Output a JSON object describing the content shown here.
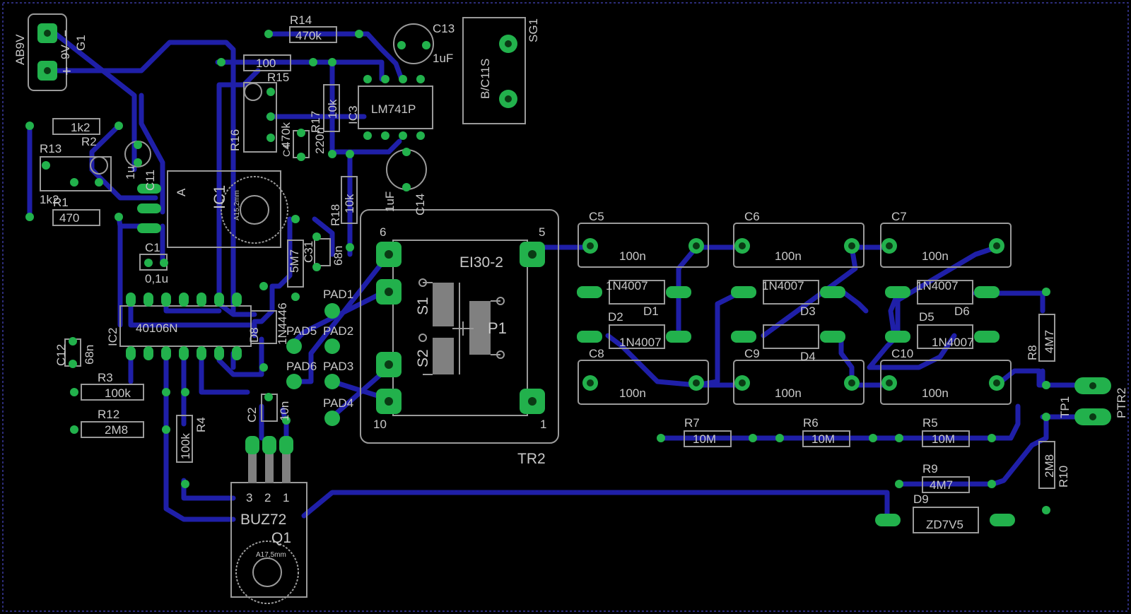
{
  "board": {
    "colors": {
      "background": "#000000",
      "trace": "#1f1fa8",
      "pad": "#22b14c",
      "silk": "#c8c8c8",
      "frame": "#3a3aa0",
      "outline": "#9a9a9a",
      "padhole": "#0a3a14"
    }
  },
  "labels": {
    "ab9v": "AB9V",
    "g1_9v": "9V",
    "g1_minus": "−",
    "g1": "G1",
    "g1_plus": "+",
    "r14": "R14",
    "r14_val": "470k",
    "c13": "C13",
    "c13_val": "1uF",
    "sg1": "SG1",
    "sg1_part": "B/C11S",
    "r15_val": "100",
    "r15": "R15",
    "r16": "R16",
    "r17": "R17",
    "r17_val": "10k",
    "ic3": "IC3",
    "ic3_part": "LM741P",
    "c4_val": "470k",
    "c4": "C4",
    "c220": "220n",
    "r2_val": "1k2",
    "r2": "R2",
    "r13": "R13",
    "r13_val": "1k2",
    "r1": "R1",
    "r1_val": "470",
    "c11": "C11",
    "c11_val": "1u",
    "ic1_a": "A",
    "ic1": "IC1",
    "ic1_hs": "A15,2mm",
    "c14": "C14",
    "c14_val": "1uF",
    "r18": "R18",
    "r18_val": "10k",
    "c1": "C1",
    "c1_val": "0,1u",
    "r5m7_val": "5M7",
    "c31": "C31",
    "c31_val": "68n",
    "tr2_6": "6",
    "tr2_5": "5",
    "tr2_part": "EI30-2",
    "s1": "S1",
    "s2": "S2",
    "p1": "P1",
    "tr2_10": "10",
    "tr2_1": "1",
    "tr2": "TR2",
    "pad1": "PAD1",
    "pad2": "PAD2",
    "pad3": "PAD3",
    "pad4": "PAD4",
    "pad5": "PAD5",
    "pad6": "PAD6",
    "d8_part": "1N4446",
    "d8": "D8",
    "ic2": "IC2",
    "ic2_part": "40106N",
    "c12": "C12",
    "c12_val": "68n",
    "r3": "R3",
    "r3_val": "100k",
    "r12": "R12",
    "r12_val": "2M8",
    "r4": "R4",
    "r4_val": "100k",
    "c2": "C2",
    "c2_val": "10n",
    "q1_3": "3",
    "q1_2": "2",
    "q1_1": "1",
    "q1_part": "BUZ72",
    "q1": "Q1",
    "q1_hs": "A17,5mm",
    "c5": "C5",
    "c6": "C6",
    "c7": "C7",
    "c8": "C8",
    "c9": "C9",
    "c10": "C10",
    "c5_val": "100n",
    "c6_val": "100n",
    "c7_val": "100n",
    "c8_val": "100n",
    "c9_val": "100n",
    "c10_val": "100n",
    "d1_part": "1N4007",
    "d1": "D1",
    "d3_part": "1N4007",
    "d3": "D3",
    "d6_part": "1N4007",
    "d6": "D6",
    "d2": "D2",
    "d2_part": "1N4007",
    "d4": "D4",
    "d5": "D5",
    "d5_part": "1N4007",
    "r8": "R8",
    "r8_val": "4M7",
    "tp1": "TP1",
    "ptr2": "PTR2",
    "r7": "R7",
    "r7_val": "10M",
    "r6": "R6",
    "r6_val": "10M",
    "r5": "R5",
    "r5_val": "10M",
    "r9": "R9",
    "r9_val": "4M7",
    "r10": "R10",
    "r10_val": "2M8",
    "d9": "D9",
    "d9_part": "ZD7V5"
  }
}
